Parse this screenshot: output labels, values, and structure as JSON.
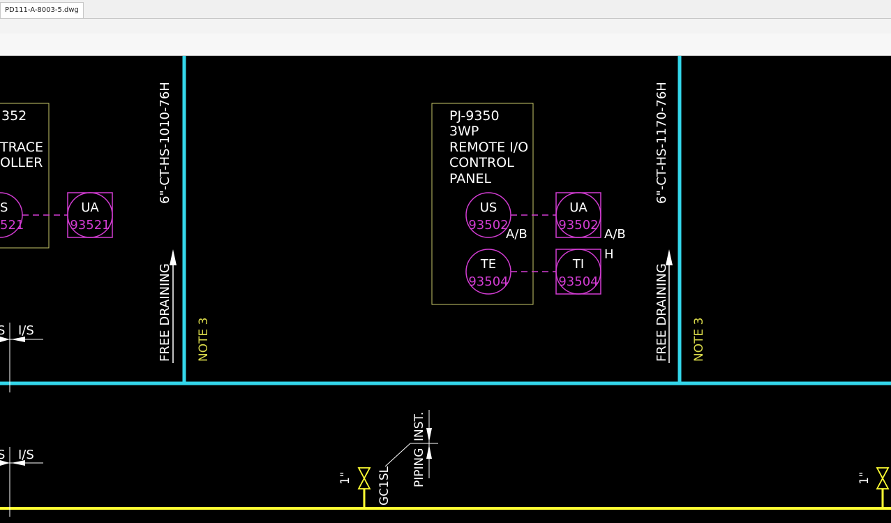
{
  "tab": {
    "title": "PD111-A-8003-5.dwg"
  },
  "toolbar": {
    "view_select_value": ""
  },
  "drawing": {
    "left_panel": {
      "tag_partial": "352",
      "line1": "TRACE",
      "line2": "OLLER"
    },
    "center_panel": {
      "tag": "PJ-9350",
      "line1": "3WP",
      "line2": "REMOTE I/O",
      "line3": "CONTROL",
      "line4": "PANEL"
    },
    "instruments": {
      "us_left": {
        "label": "S",
        "number": "521"
      },
      "ua_left": {
        "label": "UA",
        "number": "93521"
      },
      "us_center": {
        "label": "US",
        "number": "93502",
        "suffix": "A/B"
      },
      "ua_right": {
        "label": "UA",
        "number": "93502",
        "suffix": "A/B"
      },
      "te_center": {
        "label": "TE",
        "number": "93504"
      },
      "ti_right": {
        "label": "TI",
        "number": "93504",
        "suffix": "H"
      }
    },
    "pipe_labels": {
      "left": "6\"-CT-HS-1010-76H",
      "right": "6\"-CT-HS-1170-76H"
    },
    "free_draining": "FREE DRAINING",
    "note3": "NOTE 3",
    "is_label": "I/S",
    "s_label": "S",
    "gc1sl": "GC1SL",
    "piping": "PIPING",
    "inst": "INST.",
    "valve_size": "1\""
  }
}
